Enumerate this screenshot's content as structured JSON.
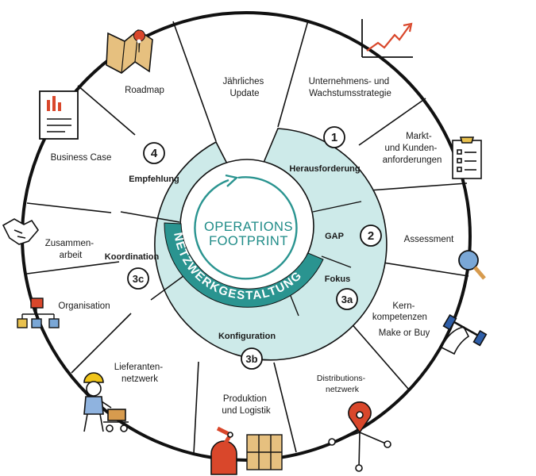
{
  "colors": {
    "outer_ring": "#ffffff",
    "inner_ring": "#cdeae9",
    "core": "#ffffff",
    "band": "#2a9490",
    "core_text": "#1e8b87",
    "line": "#111111",
    "accent_red": "#d9472b"
  },
  "core": {
    "line1": "OPERATIONS",
    "line2": "FOOTPRINT",
    "band_text": "NETZWERKGESTALTUNG"
  },
  "inner": {
    "empfehlung": {
      "label": "Empfehlung",
      "number": "4"
    },
    "herausforderung": {
      "label": "Herausforderung",
      "number": "1"
    },
    "gap": {
      "label": "GAP",
      "number": "2"
    },
    "fokus": {
      "label": "Fokus",
      "number": "3a"
    },
    "konfiguration": {
      "label": "Konfiguration",
      "number": "3b"
    },
    "koordination": {
      "label": "Koordination",
      "number": "3c"
    }
  },
  "outer": {
    "jaehrliches_update": [
      "Jährliches",
      "Update"
    ],
    "unternehmensstrategie": [
      "Unternehmens- und",
      "Wachstumsstrategie"
    ],
    "markt": [
      "Markt-",
      "und Kunden-",
      "anforderungen"
    ],
    "assessment": [
      "Assessment"
    ],
    "kernkompetenzen": [
      "Kern-",
      "kompetenzen",
      "Make or Buy"
    ],
    "distributionsnetzwerk": [
      "Distributions-",
      "netzwerk"
    ],
    "produktion": [
      "Produktion",
      "und Logistik"
    ],
    "lieferantennetzwerk": [
      "Lieferanten-",
      "netzwerk"
    ],
    "organisation": [
      "Organisation"
    ],
    "zusammenarbeit": [
      "Zusammen-",
      "arbeit"
    ],
    "business_case": [
      "Business Case"
    ],
    "roadmap": [
      "Roadmap"
    ]
  },
  "icons": [
    "growth-chart-icon",
    "checklist-icon",
    "magnifier-icon",
    "dumbbell-arm-icon",
    "location-network-icon",
    "robot-arm-icon",
    "warehouse-shelf-icon",
    "worker-cart-icon",
    "org-chart-icon",
    "handshake-icon",
    "report-document-icon",
    "map-pin-icon"
  ]
}
